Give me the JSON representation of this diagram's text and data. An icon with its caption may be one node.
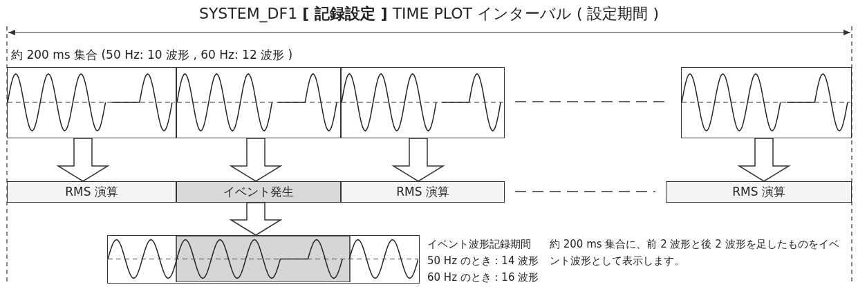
{
  "diagram": {
    "title": "SYSTEM_DF1 **[ 記録設定 ]** TIME PLOT インターバル ( 設定期間 )",
    "nodes": [
      {
        "text": [],
        "shape": "box"
      },
      {
        "text": [],
        "shape": "box"
      },
      {
        "text": [],
        "shape": "box"
      },
      {
        "text": [],
        "shape": "box"
      },
      {
        "text": [
          "RMS 演算"
        ]
      },
      {
        "text": [
          "イベント発生"
        ]
      },
      {
        "text": [
          "RMS 演算"
        ]
      },
      {
        "text": [
          "RMS 演算"
        ]
      },
      {
        "text": [],
        "shape": "box"
      }
    ],
    "edges": [
      {
        "from": 0,
        "to": 4,
        "arrow": "to"
      },
      {
        "from": 1,
        "to": 5,
        "arrow": "to"
      },
      {
        "from": 2,
        "to": 6,
        "arrow": "to"
      },
      {
        "from": 3,
        "to": 7,
        "arrow": "to"
      },
      {
        "from": 5,
        "to": 8,
        "arrow": "to"
      }
    ],
    "labels": [
      "約 200 ms 集合 (50 Hz: 10 波形 , 60 Hz: 12 波形 )",
      "イベント波形記録期間",
      "50 Hz のとき : 14 波形",
      "60 Hz のとき : 16 波形",
      "約 200 ms 集合に、前 2 波形と後 2 波形を足したものをイベント波形として表示します。"
    ]
  }
}
